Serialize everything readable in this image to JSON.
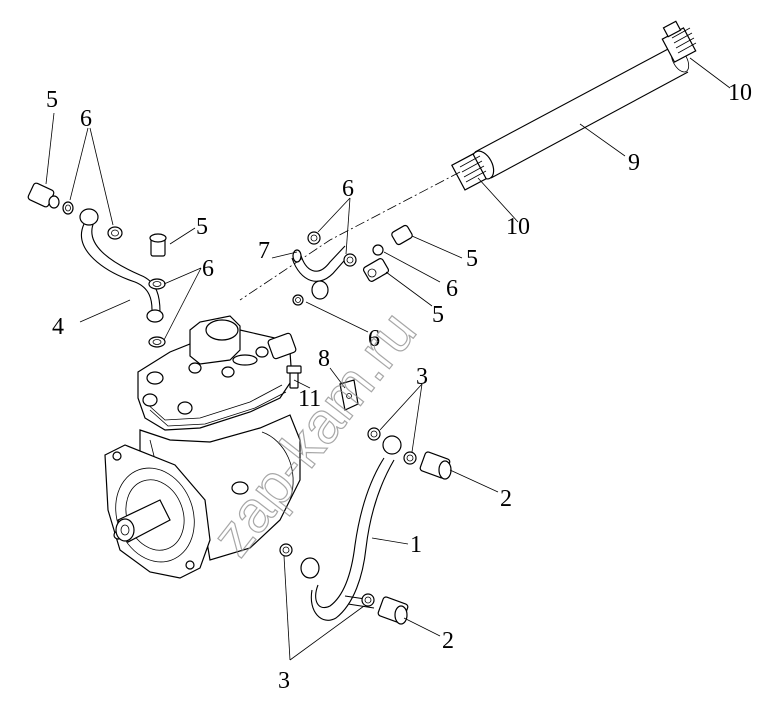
{
  "watermark": "zap-kam.ru",
  "callouts": {
    "c1": "1",
    "c2a": "2",
    "c2b": "2",
    "c3a": "3",
    "c3b": "3",
    "c4": "4",
    "c5a": "5",
    "c5b": "5",
    "c5c": "5",
    "c5d": "5",
    "c6a": "6",
    "c6b": "6",
    "c6c": "6",
    "c6d": "6",
    "c6e": "6",
    "c7": "7",
    "c8": "8",
    "c9": "9",
    "c10a": "10",
    "c10b": "10",
    "c11": "11"
  }
}
